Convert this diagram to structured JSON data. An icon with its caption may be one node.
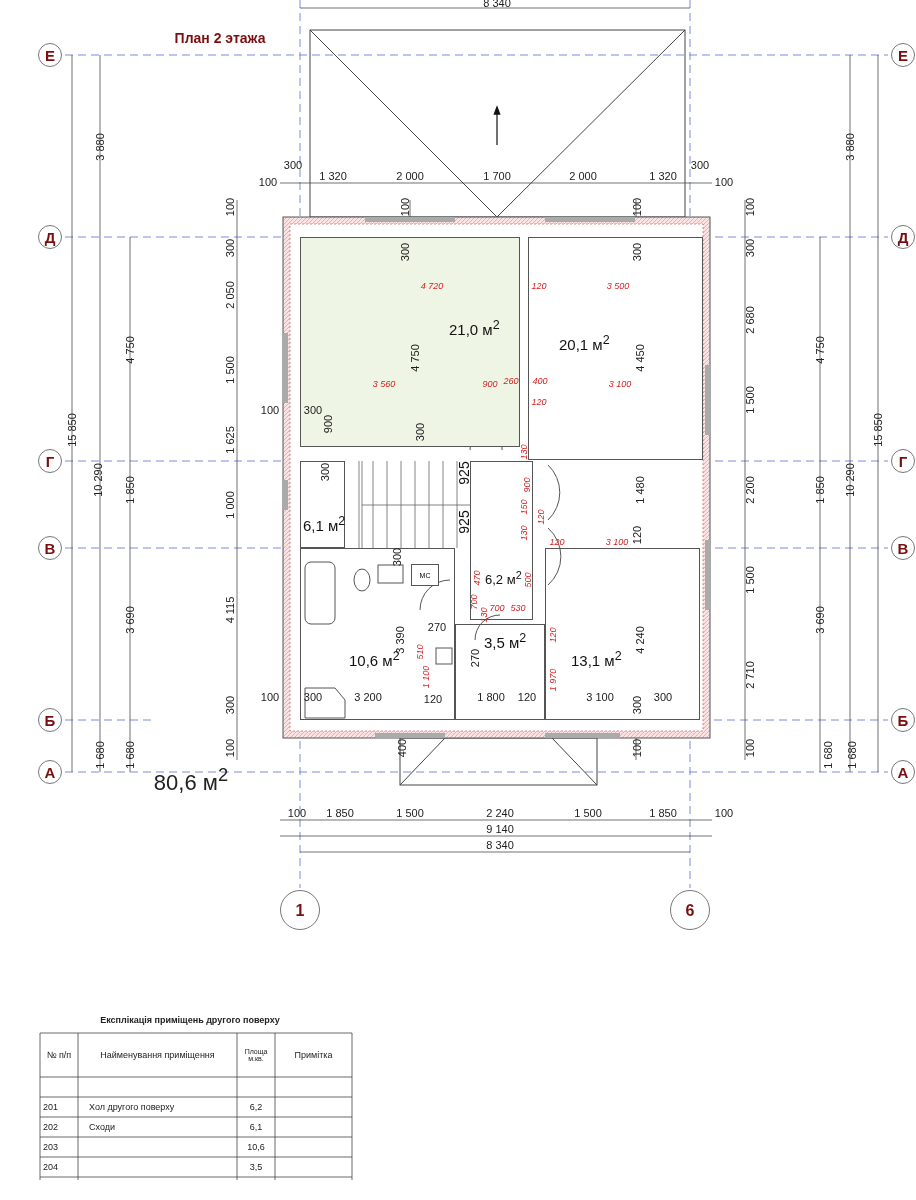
{
  "diagram": {
    "title": "План 2 этажа",
    "nodes": [
      {
        "text": [
          "Е"
        ]
      },
      {
        "text": [
          "Е"
        ]
      },
      {
        "text": [
          "Д"
        ]
      },
      {
        "text": [
          "Д"
        ]
      },
      {
        "text": [
          "Г"
        ]
      },
      {
        "text": [
          "Г"
        ]
      },
      {
        "text": [
          "В"
        ]
      },
      {
        "text": [
          "В"
        ]
      },
      {
        "text": [
          "Б"
        ]
      },
      {
        "text": [
          "Б"
        ]
      },
      {
        "text": [
          "А"
        ]
      },
      {
        "text": [
          "А"
        ]
      },
      {
        "text": [
          "1"
        ]
      },
      {
        "text": [
          "6"
        ]
      },
      {
        "text": [
          "21,0 м$^{2}$"
        ]
      },
      {
        "text": [
          "20,1 м$^{2}$"
        ]
      },
      {
        "text": [
          "6,1 м$^{2}$"
        ]
      },
      {
        "text": [
          "6,2 м$^{2}$"
        ]
      },
      {
        "text": [
          "10,6 м$^{2}$"
        ]
      },
      {
        "text": [
          "МС"
        ],
        "in": 18
      },
      {
        "text": [
          "3,5 м$^{2}$"
        ]
      },
      {
        "text": [
          "13,1 м$^{2}$"
        ]
      }
    ],
    "labels": [
      "8 340",
      "3 880",
      "3 880",
      "300",
      "300",
      "100",
      "1 320",
      "2 000",
      "1 700",
      "2 000",
      "1 320",
      "100",
      "100",
      "100",
      "100",
      "100",
      "300",
      "300",
      "300",
      "300",
      "4 720",
      "120",
      "3 500",
      "2 050",
      "2 680",
      "4 750",
      "4 750",
      "4 450",
      "4 750",
      "1 500",
      "3 560",
      "900",
      "260",
      "400",
      "3 100",
      "120",
      "1 500",
      "15 850",
      "1 625",
      "100",
      "300",
      "900",
      "300",
      "15 850",
      "130",
      "10 290",
      "1 850",
      "300",
      "925",
      "900",
      "1 480",
      "2 200",
      "1 850",
      "10 290",
      "1 000",
      "925",
      "150",
      "130",
      "120",
      "120",
      "300",
      "120",
      "3 100",
      "470",
      "500",
      "1 500",
      "3 690",
      "4 115",
      "700",
      "130",
      "700",
      "530",
      "3 690",
      "3 390",
      "510",
      "270",
      "270",
      "120",
      "4 240",
      "1 100",
      "1 970",
      "2 710",
      "100",
      "300",
      "3 200",
      "120",
      "1 800",
      "120",
      "3 100",
      "300",
      "300",
      "300",
      "100",
      "400",
      "100",
      "100",
      "1 680",
      "1 680",
      "1 680",
      "1 680",
      "80,6 м$^{2}$",
      "100",
      "1 850",
      "1 500",
      "2 240",
      "1 500",
      "1 850",
      "100",
      "9 140",
      "8 340",
      "Експлікація приміщень другого поверху",
      "№ п/п",
      "Найменування приміщення",
      "Площа м.кв.",
      "Примітка",
      "201",
      "Хол другого поверху",
      "6,2",
      "202",
      "Сходи",
      "6,1",
      "203",
      "10,6",
      "204",
      "3,5"
    ]
  }
}
